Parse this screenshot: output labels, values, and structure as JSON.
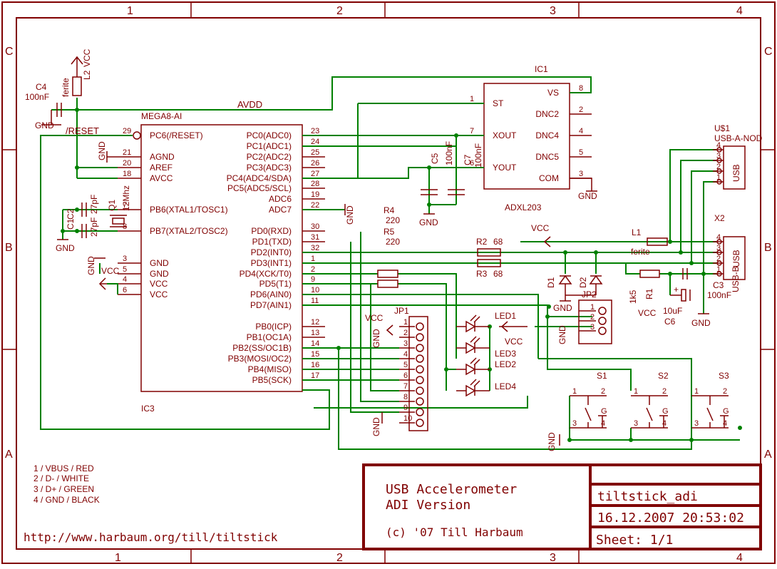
{
  "frame": {
    "column_labels": [
      "1",
      "2",
      "3",
      "4"
    ],
    "row_labels": [
      "C",
      "B",
      "A"
    ]
  },
  "title_block": {
    "title_line1": "USB Accelerometer",
    "title_line2": "ADI Version",
    "copyright": "(c) '07 Till Harbaum",
    "drawing_name": "tiltstick_adi",
    "date": "16.12.2007 20:53:02",
    "sheet": "Sheet: 1/1"
  },
  "url": "http://www.harbaum.org/till/tiltstick",
  "usb_legend": [
    "1 / VBUS / RED",
    "2 / D- / WHITE",
    "3 / D+ / GREEN",
    "4 / GND / BLACK"
  ],
  "mcu": {
    "name": "MEGA8-AI",
    "designator": "IC3",
    "left_pins": [
      {
        "num": "29",
        "name": "PC6(/RESET)"
      },
      {
        "num": "21",
        "name": "AGND"
      },
      {
        "num": "20",
        "name": "AREF"
      },
      {
        "num": "18",
        "name": "AVCC"
      },
      {
        "num": "7",
        "name": "PB6(XTAL1/TOSC1)"
      },
      {
        "num": "8",
        "name": "PB7(XTAL2/TOSC2)"
      },
      {
        "num": "3",
        "name": "GND"
      },
      {
        "num": "5",
        "name": "GND"
      },
      {
        "num": "4",
        "name": "VCC"
      },
      {
        "num": "6",
        "name": "VCC"
      }
    ],
    "right_pins": [
      {
        "num": "23",
        "name": "PC0(ADC0)"
      },
      {
        "num": "24",
        "name": "PC1(ADC1)"
      },
      {
        "num": "25",
        "name": "PC2(ADC2)"
      },
      {
        "num": "26",
        "name": "PC3(ADC3)"
      },
      {
        "num": "27",
        "name": "PC4(ADC4/SDA)"
      },
      {
        "num": "28",
        "name": "PC5(ADC5/SCL)"
      },
      {
        "num": "19",
        "name": "ADC6"
      },
      {
        "num": "22",
        "name": "ADC7"
      },
      {
        "num": "30",
        "name": "PD0(RXD)"
      },
      {
        "num": "31",
        "name": "PD1(TXD)"
      },
      {
        "num": "32",
        "name": "PD2(INT0)"
      },
      {
        "num": "1",
        "name": "PD3(INT1)"
      },
      {
        "num": "2",
        "name": "PD4(XCK/T0)"
      },
      {
        "num": "9",
        "name": "PD5(T1)"
      },
      {
        "num": "10",
        "name": "PD6(AIN0)"
      },
      {
        "num": "11",
        "name": "PD7(AIN1)"
      },
      {
        "num": "12",
        "name": "PB0(ICP)"
      },
      {
        "num": "13",
        "name": "PB1(OC1A)"
      },
      {
        "num": "14",
        "name": "PB2(SS/OC1B)"
      },
      {
        "num": "15",
        "name": "PB3(MOSI/OC2)"
      },
      {
        "num": "16",
        "name": "PB4(MISO)"
      },
      {
        "num": "17",
        "name": "PB5(SCK)"
      }
    ]
  },
  "accel": {
    "designator": "IC1",
    "name": "ADXL203",
    "left_pins": [
      {
        "num": "1",
        "name": "ST"
      },
      {
        "num": "7",
        "name": "XOUT"
      },
      {
        "num": "6",
        "name": "YOUT"
      }
    ],
    "right_pins": [
      {
        "num": "8",
        "name": "VS"
      },
      {
        "num": "2",
        "name": "DNC2"
      },
      {
        "num": "4",
        "name": "DNC4"
      },
      {
        "num": "5",
        "name": "DNC5"
      },
      {
        "num": "3",
        "name": "COM"
      }
    ]
  },
  "net_labels": {
    "avdd": "AVDD",
    "reset": "/RESET",
    "vcc": "VCC",
    "gnd": "GND"
  },
  "parts": {
    "c4": {
      "name": "C4",
      "value": "100nF"
    },
    "l2": {
      "name": "L2",
      "value": "ferite"
    },
    "c2": {
      "name": "C2",
      "value": "27pF"
    },
    "c1": {
      "name": "C1",
      "value": "27pF"
    },
    "q1": {
      "name": "Q1",
      "value": "12Mhz"
    },
    "c5": {
      "name": "C5",
      "value": "100nF"
    },
    "c7": {
      "name": "C7",
      "value": "100nF"
    },
    "r4": {
      "name": "R4",
      "value": "220"
    },
    "r5": {
      "name": "R5",
      "value": "220"
    },
    "r2": {
      "name": "R2",
      "value": "68"
    },
    "r3": {
      "name": "R3",
      "value": "68"
    },
    "l1": {
      "name": "L1",
      "value": "ferite"
    },
    "d1": {
      "name": "D1"
    },
    "d2": {
      "name": "D2"
    },
    "r1": {
      "name": "R1",
      "value": "1k5"
    },
    "c6": {
      "name": "C6",
      "value": "10uF"
    },
    "c3": {
      "name": "C3",
      "value": "100nF"
    },
    "jp1": {
      "name": "JP1"
    },
    "jp2": {
      "name": "JP2"
    },
    "led1": {
      "name": "LED1"
    },
    "led2": {
      "name": "LED2"
    },
    "led3": {
      "name": "LED3"
    },
    "led4": {
      "name": "LED4"
    },
    "s1": {
      "name": "S1"
    },
    "s2": {
      "name": "S2"
    },
    "s3": {
      "name": "S3"
    },
    "usb1": {
      "name": "U$1",
      "value": "USB-A-NOD",
      "label": "USB"
    },
    "x2": {
      "name": "X2",
      "value": "USB-B",
      "label": "USB"
    }
  },
  "switch_pins": {
    "p1": "1",
    "p2": "2",
    "p3": "3",
    "p4": "4",
    "g": "G"
  },
  "jp1_pins": [
    "1",
    "2",
    "3",
    "4",
    "5",
    "6",
    "7",
    "8",
    "9",
    "10"
  ],
  "jp2_pins": [
    "1",
    "2",
    "3"
  ],
  "usb_pins": [
    "4",
    "3",
    "2",
    "1"
  ]
}
